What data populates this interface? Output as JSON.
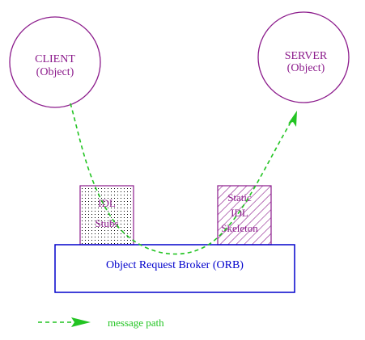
{
  "colors": {
    "object_circle": "#8b1a8b",
    "object_text": "#8b1a8b",
    "orb_border": "#0000cc",
    "orb_text": "#0000cc",
    "idl_box_border": "#8b1a8b",
    "idl_text": "#8b1a8b",
    "message_path": "#22c422",
    "legend_text": "#22c422"
  },
  "client": {
    "title": "CLIENT",
    "subtitle": "(Object)"
  },
  "server": {
    "title": "SERVER",
    "subtitle": "(Object)"
  },
  "idl_stubs": {
    "line1": "IDL",
    "line2": "Stubs",
    "fill_pattern": "dotted"
  },
  "idl_skeleton": {
    "line1": "Static",
    "line2": "IDL",
    "line3": "Skeleton",
    "fill_pattern": "diagonal-hatch"
  },
  "orb": {
    "label": "Object Request Broker (ORB)"
  },
  "legend": {
    "label": "message path",
    "line_style": "dashed-arrow"
  }
}
